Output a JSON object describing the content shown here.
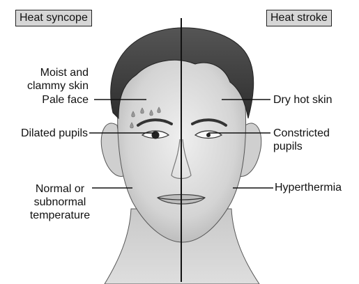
{
  "titles": {
    "left": "Heat syncope",
    "right": "Heat stroke"
  },
  "left_labels": {
    "skin_line1": "Moist and",
    "skin_line2": "clammy skin",
    "face": "Pale face",
    "pupils": "Dilated pupils",
    "temp_line1": "Normal or",
    "temp_line2": "subnormal",
    "temp_line3": "temperature"
  },
  "right_labels": {
    "skin": "Dry hot skin",
    "pupils_line1": "Constricted",
    "pupils_line2": "pupils",
    "temp": "Hyperthermia"
  },
  "colors": {
    "skin_tone": "#d9d9d9",
    "hair": "#3a3a3a",
    "line": "#111111",
    "title_bg": "#d6d6d6"
  }
}
